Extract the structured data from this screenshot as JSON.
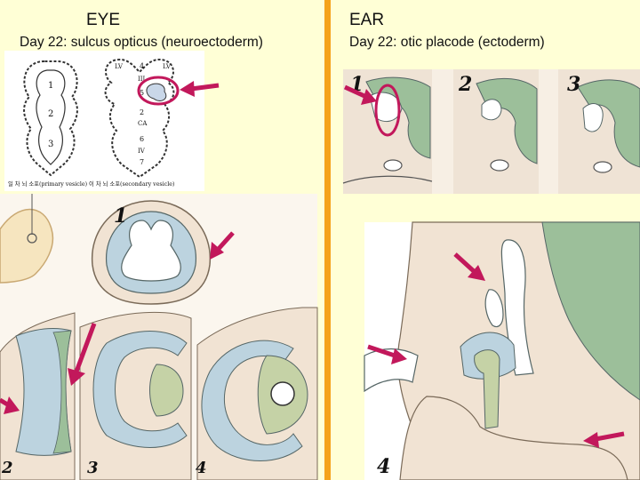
{
  "eye": {
    "title": "EYE",
    "subtitle": "Day 22:  sulcus opticus (neuroectoderm)",
    "vesicle_labels": {
      "primary": [
        "1",
        "2",
        "3"
      ],
      "secondary_left": [
        "LV",
        "4",
        "LV",
        "III",
        "5",
        "2",
        "CA",
        "6",
        "IV",
        "7"
      ]
    },
    "caption": "일 차 뇌 소포(primary vesicle)   이 차 뇌 소포(secondary vesicle)",
    "stage_numbers": [
      "1",
      "2",
      "3",
      "4"
    ]
  },
  "ear": {
    "title": "EAR",
    "subtitle": "Day 22: otic placode (ectoderm)",
    "stage_numbers": [
      "1",
      "2",
      "3",
      "4"
    ]
  },
  "colors": {
    "background": "#ffffd6",
    "divider": "#f5a21a",
    "arrow": "#c2185b",
    "neural_tissue": "#e8f0ec",
    "green_tissue": "#9cbf9a",
    "blue_tissue": "#bcd3df",
    "mesenchyme": "#f1e3d3"
  }
}
